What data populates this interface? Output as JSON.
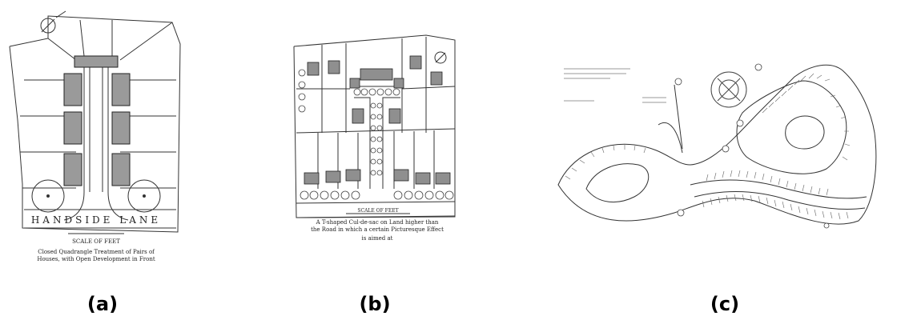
{
  "panels": [
    {
      "id": "a",
      "label": "(a)",
      "road_label": "HANDSIDE LANE",
      "scale_label": "SCALE OF FEET",
      "caption_line1": "Closed Quadrangle Treatment of Pairs of",
      "caption_line2": "Houses, with Open Development in Front"
    },
    {
      "id": "b",
      "label": "(b)",
      "road_label": "",
      "scale_label": "SCALE OF FEET",
      "caption_line1": "A T-shaped Cul-de-sac on Land higher than",
      "caption_line2": "the Road in which a certain Picturesque Effect",
      "caption_line3": "is aimed at"
    },
    {
      "id": "c",
      "label": "(c)"
    }
  ]
}
